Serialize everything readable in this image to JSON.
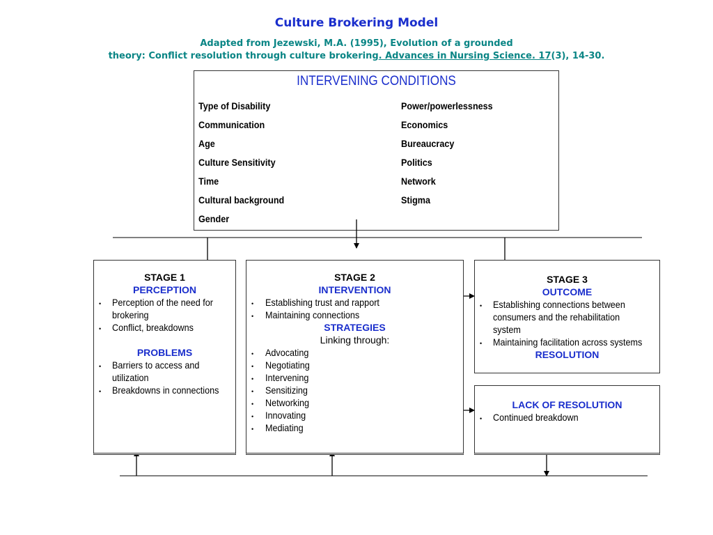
{
  "header": {
    "title": "Culture Brokering Model",
    "subtitle_line1": "Adapted from Jezewski, M.A. (1995), Evolution of a grounded",
    "subtitle_line2_a": "theory: Conflict resolution through culture brokering",
    "subtitle_line2_b": ". Advances in Nursing Science. 17",
    "subtitle_line2_c": "(3), 14-30."
  },
  "intervening": {
    "title": "INTERVENING CONDITIONS",
    "left": [
      "Type of Disability",
      "Communication",
      "Age",
      "Culture Sensitivity",
      "Time",
      "Cultural background",
      "Gender"
    ],
    "right": [
      "Power/powerlessness",
      "Economics",
      "Bureaucracy",
      "Politics",
      "Network",
      "Stigma"
    ]
  },
  "stage1": {
    "heading": "STAGE 1",
    "label": "PERCEPTION",
    "items": [
      "Perception of the need for",
      "brokering",
      "Conflict, breakdowns"
    ],
    "problems_label": "PROBLEMS",
    "problems": [
      "Barriers to access and",
      "utilization",
      "Breakdowns in connections"
    ]
  },
  "stage2": {
    "heading": "STAGE 2",
    "label": "INTERVENTION",
    "items": [
      "Establishing trust and rapport",
      "Maintaining connections"
    ],
    "strategies_label": "STRATEGIES",
    "linking": "Linking through:",
    "strategies": [
      "Advocating",
      "Negotiating",
      "Intervening",
      "Sensitizing",
      "Networking",
      "Innovating",
      "Mediating"
    ]
  },
  "stage3": {
    "heading": "STAGE 3",
    "label": "OUTCOME",
    "items": [
      "Establishing connections between",
      "consumers and the rehabilitation",
      "system",
      "Maintaining facilitation across systems"
    ],
    "resolution_label": "RESOLUTION"
  },
  "lack": {
    "label": "LACK OF RESOLUTION",
    "items": [
      "Continued breakdown"
    ]
  },
  "bullet_glyph": "•"
}
